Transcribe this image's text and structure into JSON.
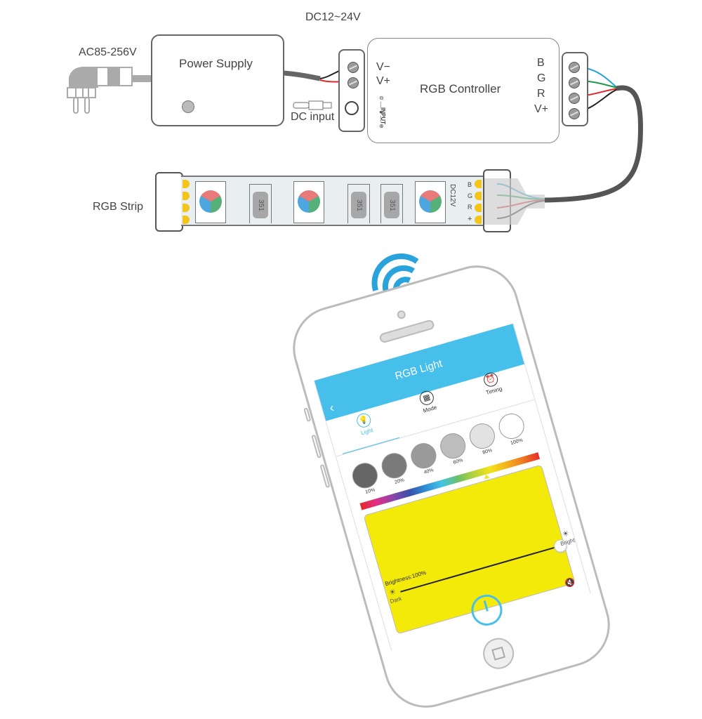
{
  "labels": {
    "ac_input": "AC85-256V",
    "power_supply": "Power Supply",
    "dc_range": "DC12~24V",
    "dc_input": "DC input",
    "rgb_controller": "RGB Controller",
    "controller_in_vminus": "V−",
    "controller_in_vplus": "V+",
    "controller_input_vertical": "INPUT",
    "controller_out": [
      "B",
      "G",
      "R",
      "V+"
    ],
    "rgb_strip": "RGB Strip",
    "strip_voltage": "DC12V",
    "strip_pins": [
      "B",
      "G",
      "R",
      "+"
    ],
    "resistor_code": "351"
  },
  "wire_colors": {
    "blue": "#2aa3dc",
    "green": "#1d9a4a",
    "red": "#e0262b",
    "black": "#222222",
    "cable": "#555555"
  },
  "phone_app": {
    "title": "RGB Light",
    "back_icon": "chevron-left-icon",
    "tabs": [
      {
        "label": "Light",
        "icon": "bulb-icon",
        "active": true
      },
      {
        "label": "Mode",
        "icon": "grid-icon",
        "active": false
      },
      {
        "label": "Timing",
        "icon": "alarm-clock-icon",
        "active": false
      }
    ],
    "presets": [
      {
        "label": "10%",
        "color": "#666666"
      },
      {
        "label": "20%",
        "color": "#7a7a7a"
      },
      {
        "label": "40%",
        "color": "#9a9a9a"
      },
      {
        "label": "60%",
        "color": "#bdbdbd"
      },
      {
        "label": "80%",
        "color": "#e2e2e2"
      },
      {
        "label": "100%",
        "color": "#ffffff"
      }
    ],
    "selected_color": "#f3ea0a",
    "brightness_label": "Brightness:100%",
    "brightness_value": 100,
    "dark_label": "Dark",
    "bright_label": "Bright",
    "accent": "#46bfea"
  }
}
